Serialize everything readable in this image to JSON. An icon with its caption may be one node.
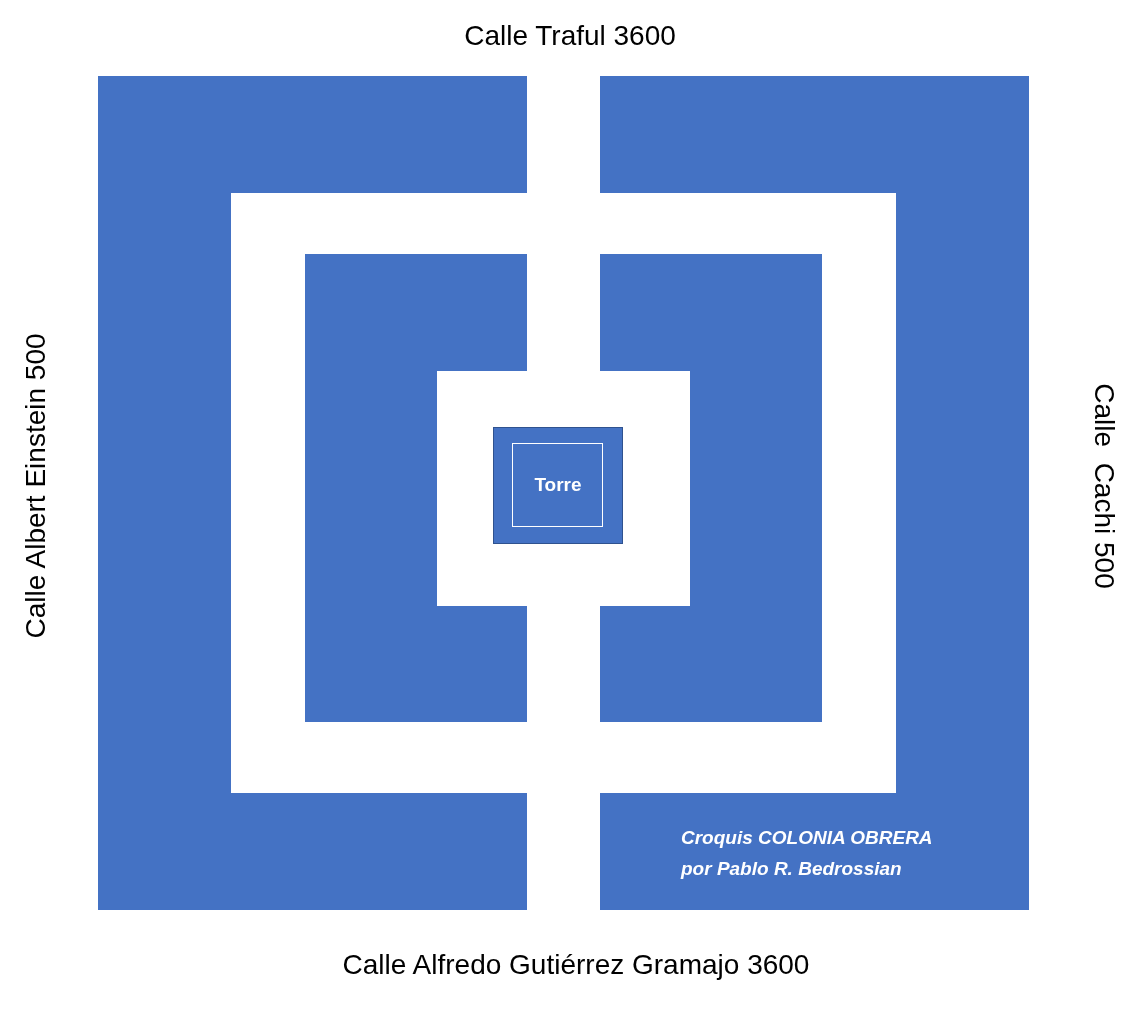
{
  "diagram": {
    "nodes": [
      {
        "text": [
          "Torre"
        ]
      }
    ],
    "labels": [
      "Calle Traful 3600",
      "Calle Albert Einstein 500",
      "Calle  Cachi 500",
      "Croquis COLONIA OBRERA",
      "por Pablo R. Bedrossian",
      "Calle Alfredo Gutiérrez Gramajo 3600"
    ]
  }
}
